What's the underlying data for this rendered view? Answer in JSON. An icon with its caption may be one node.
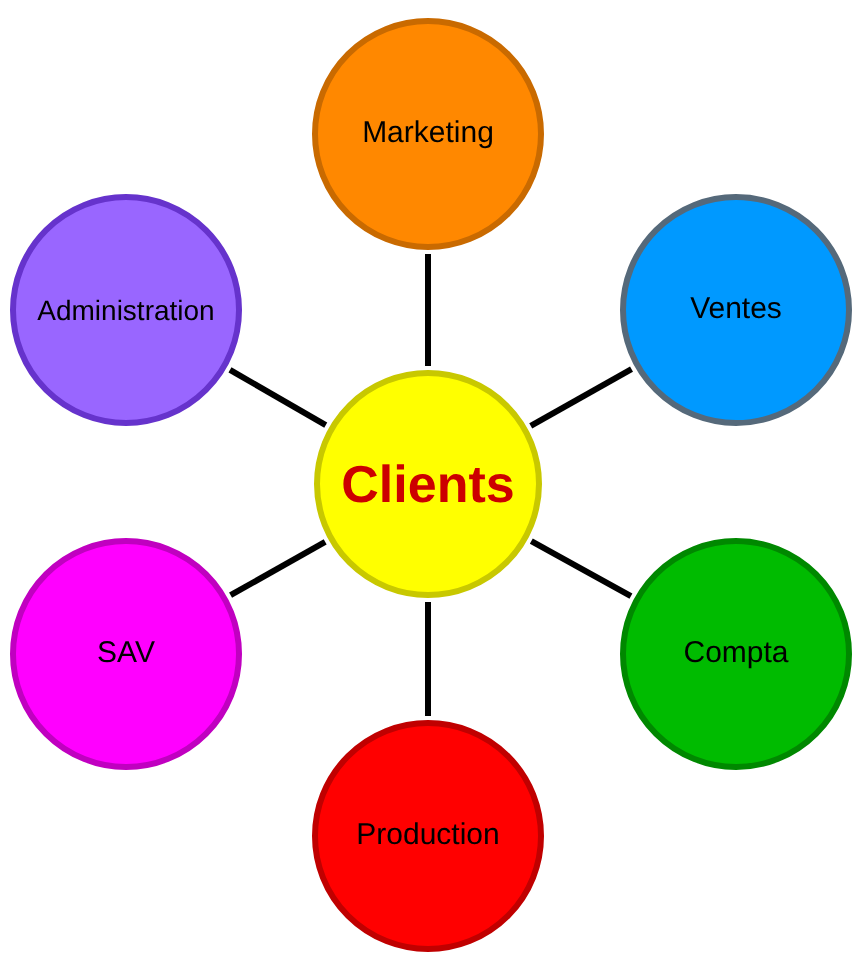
{
  "diagram": {
    "nodes": [
      {
        "text": [
          "Marketing"
        ]
      },
      {
        "text": [
          "Administration"
        ]
      },
      {
        "text": [
          "Ventes"
        ]
      },
      {
        "text": [
          "Clients"
        ]
      },
      {
        "text": [
          "SAV"
        ]
      },
      {
        "text": [
          "Compta"
        ]
      },
      {
        "text": [
          "Production"
        ]
      }
    ],
    "edges": [
      {
        "from": 3,
        "to": 0,
        "arrow": "none"
      },
      {
        "from": 3,
        "to": 2,
        "arrow": "none"
      },
      {
        "from": 3,
        "to": 5,
        "arrow": "none"
      },
      {
        "from": 3,
        "to": 6,
        "arrow": "none"
      },
      {
        "from": 3,
        "to": 4,
        "arrow": "none"
      },
      {
        "from": 3,
        "to": 1,
        "arrow": "none"
      }
    ]
  }
}
